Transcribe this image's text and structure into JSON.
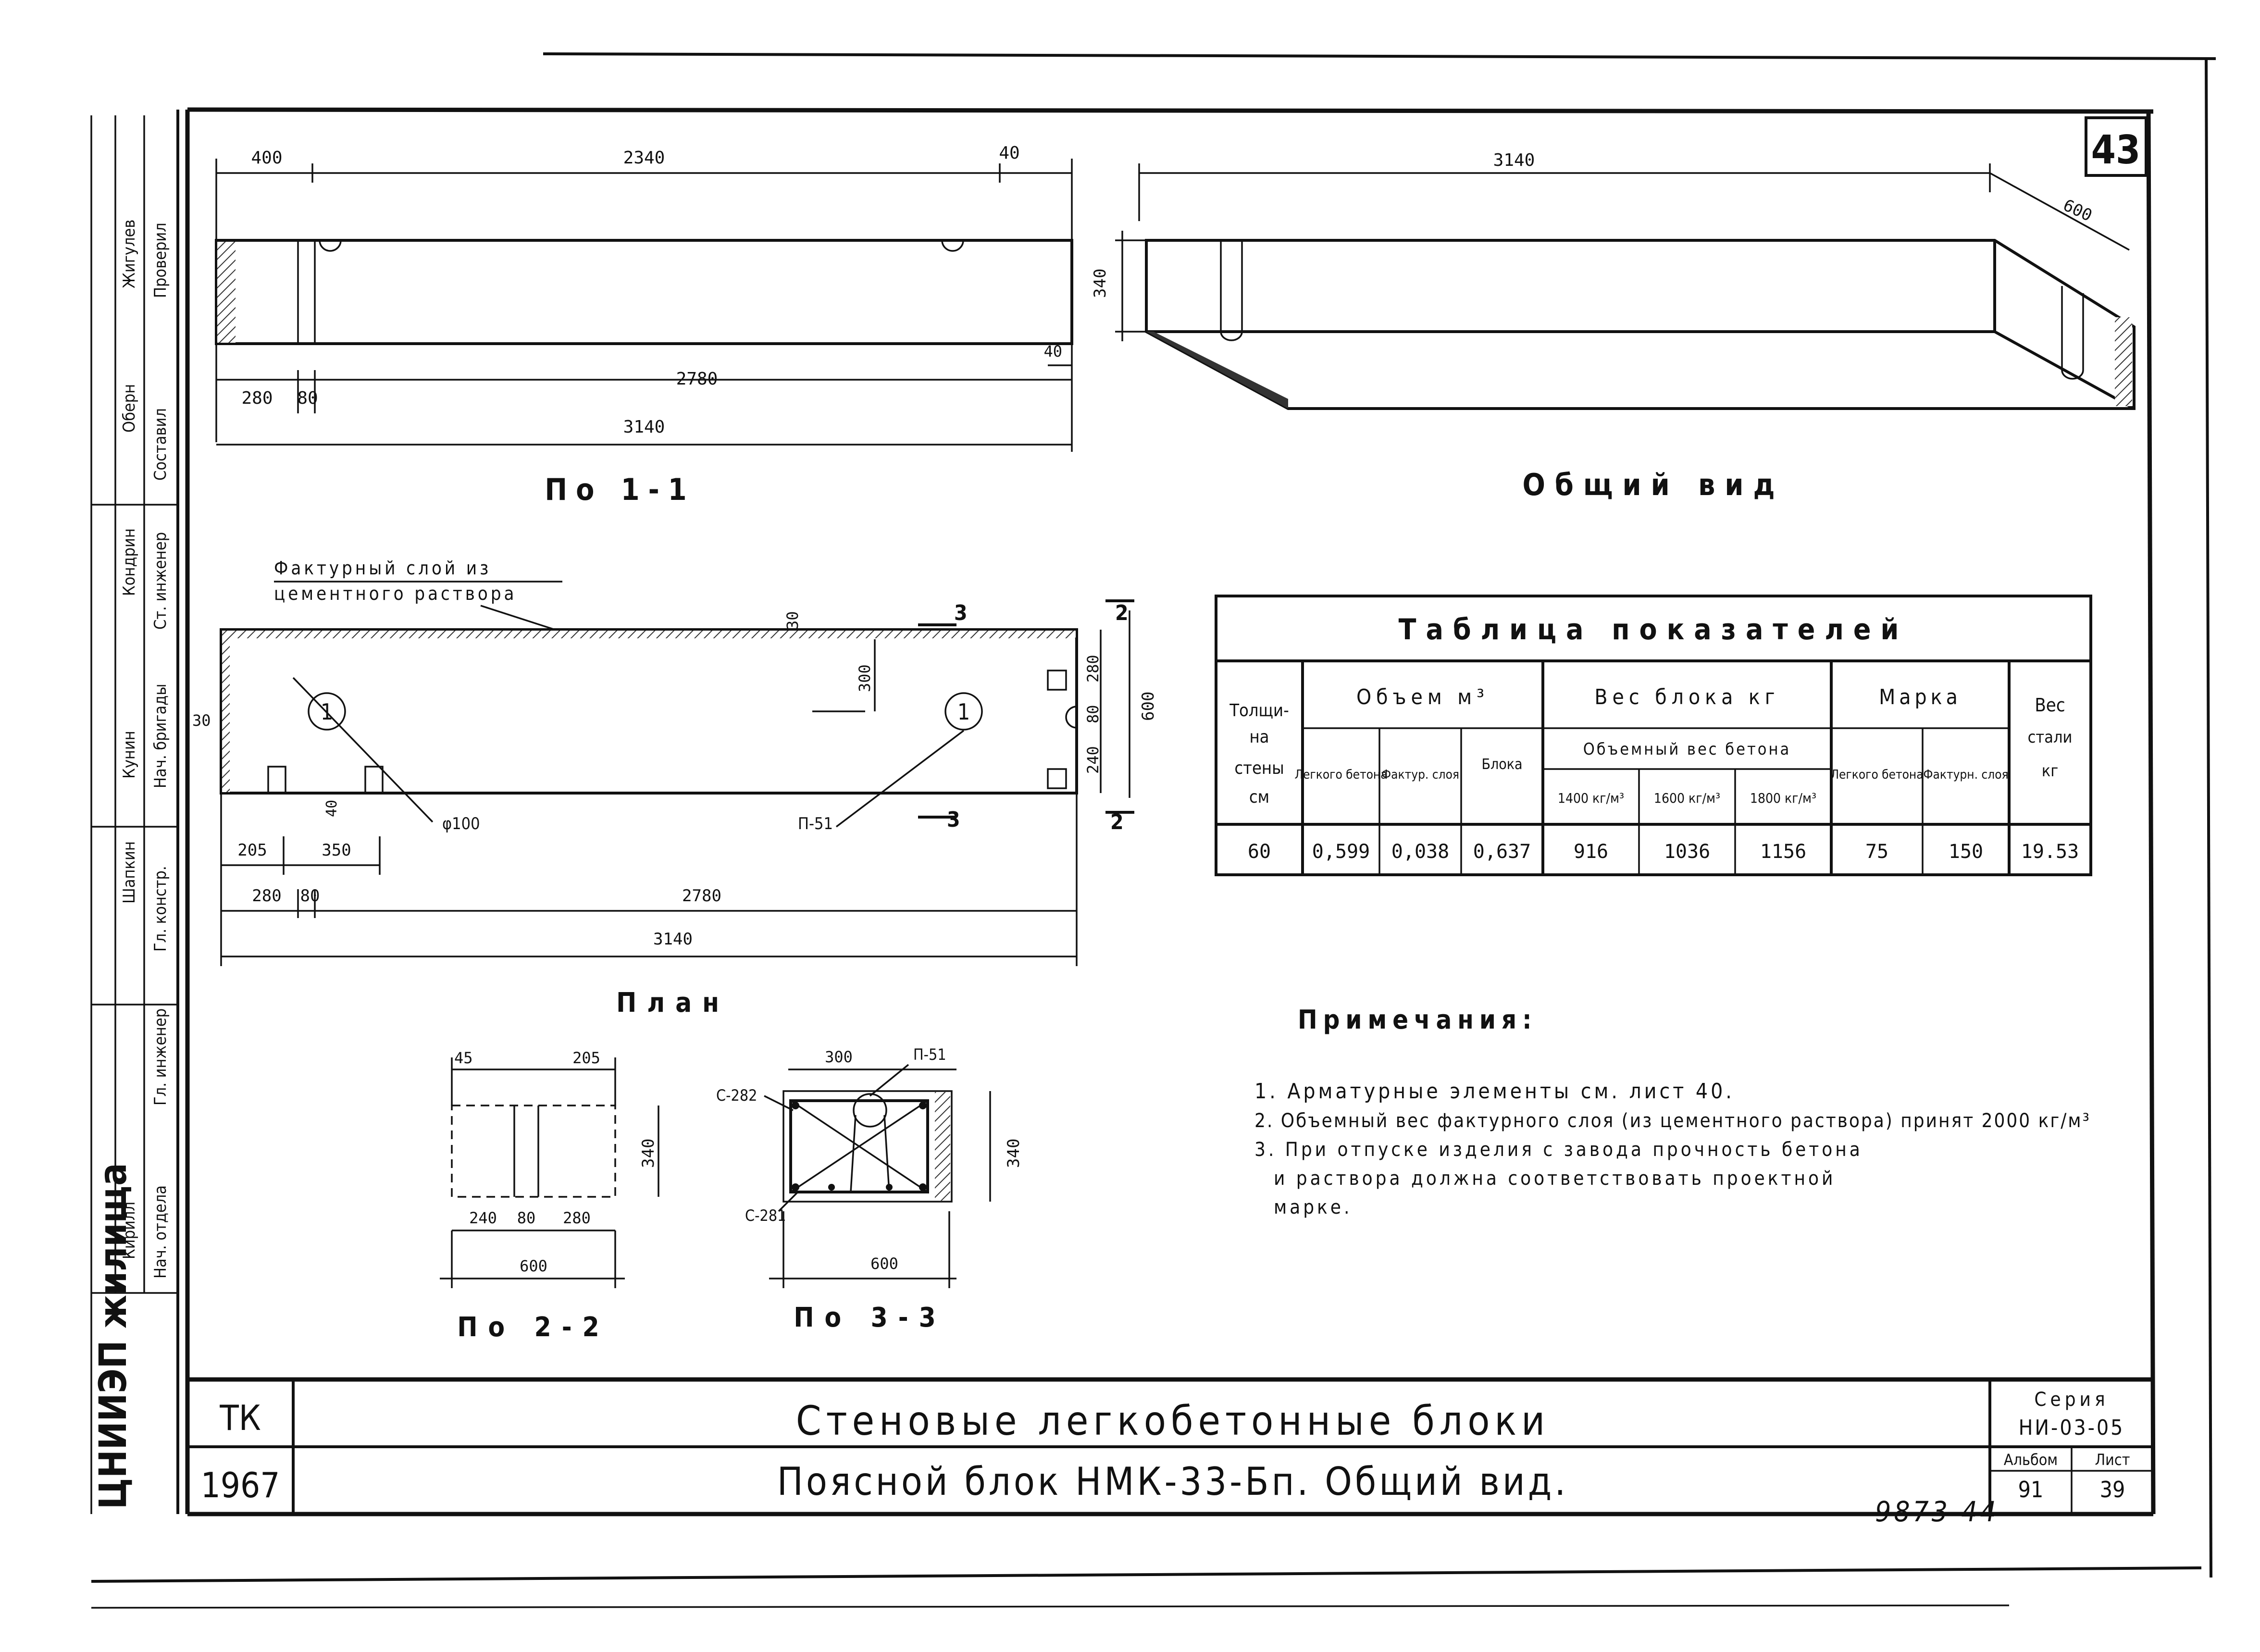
{
  "sheet_number": "43",
  "sheet_stamp": "9873 44",
  "section_1_1": {
    "title": "По 1-1",
    "dims_top": [
      "400",
      "2340",
      "40"
    ],
    "dims_bottom_1": [
      "280",
      "80",
      "2780"
    ],
    "dim_total": "3140",
    "dim_height": "40"
  },
  "general_view": {
    "title": "Общий вид",
    "dim_length": "3140",
    "dim_width": "600",
    "dim_height": "340"
  },
  "plan": {
    "title": "План",
    "note_line1": "Фактурный слой из",
    "note_line2": "цементного раствора",
    "callout_1": "1",
    "callout_1b": "1",
    "pipe_label": "φ100",
    "rebar_label": "П-51",
    "dim_30_top": "30",
    "dim_30_left": "30",
    "dim_300": "300",
    "dim_40": "40",
    "dims_right": [
      "280",
      "80",
      "240",
      "600"
    ],
    "section_marks": [
      "3",
      "3",
      "2",
      "2"
    ],
    "dims_row1": [
      "205",
      "350"
    ],
    "dims_row2": [
      "280",
      "80",
      "2780"
    ],
    "dim_total": "3140"
  },
  "section_2_2": {
    "title": "По 2-2",
    "dims_top": [
      "45",
      "205"
    ],
    "dim_height": "340",
    "dims_bottom": [
      "240",
      "80",
      "280"
    ],
    "dim_total": "600"
  },
  "section_3_3": {
    "title": "По 3-3",
    "dim_top": "300",
    "labels": [
      "П-51",
      "С-282",
      "С-281"
    ],
    "dim_height": "340",
    "dim_total": "600"
  },
  "table": {
    "title": "Таблица показателей",
    "col_thickness": [
      "Толщи-",
      "на",
      "стены",
      "см"
    ],
    "group_volume": "Объем м³",
    "group_weight": "Вес блока кг",
    "group_mark": "Марка",
    "col_steel": [
      "Вес",
      "стали",
      "кг"
    ],
    "sub_volume": [
      "Легкого бетона",
      "Фактур. слоя",
      "Блока"
    ],
    "sub_weight_header": "Объемный вес бетона",
    "sub_weight": [
      "1400 кг/м³",
      "1600 кг/м³",
      "1800 кг/м³"
    ],
    "sub_mark": [
      "Легкого бетона",
      "Фактурн. слоя"
    ],
    "row": [
      "60",
      "0,599",
      "0,038",
      "0,637",
      "916",
      "1036",
      "1156",
      "75",
      "150",
      "19.53"
    ]
  },
  "notes": {
    "title": "Примечания:",
    "items": [
      "1. Арматурные элементы см. лист 40.",
      "2. Объемный вес фактурного слоя (из цементного раствора) принят 2000 кг/м³",
      "3. При отпуске изделия с завода прочность бетона",
      "и раствора должна соответствовать проектной",
      "марке."
    ]
  },
  "title_block": {
    "org": "ТК",
    "year": "1967",
    "title_line1": "Стеновые легкобетонные блоки",
    "title_line2": "Поясной блок НМК-33-Бп. Общий вид.",
    "series_label": "Серия",
    "series_value": "НИ-03-05",
    "album_label": "Альбом",
    "album_value": "91",
    "sheet_label": "Лист",
    "sheet_value": "39",
    "side_institute": "ЦНИИЭП жилища"
  },
  "side_stamp": {
    "roles": [
      "Нач. отдела",
      "Гл. инженер",
      "Гл. констр.",
      "Нач. бригады",
      "Ст. инженер",
      "Составил",
      "Проверил"
    ],
    "names": [
      "Шапкин",
      "Кунин",
      "Кирилл",
      "Кондрин",
      "Оберн",
      "Жигулев"
    ]
  }
}
